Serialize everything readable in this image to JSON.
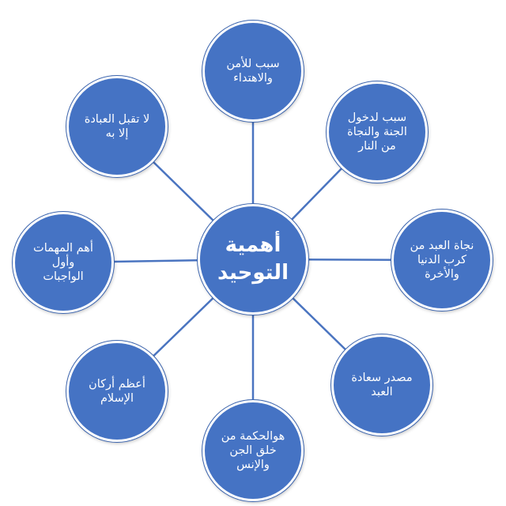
{
  "center": {
    "label": "أهمية\nالتوحيد"
  },
  "branches": {
    "top": "سبب للأمن\nوالاهتداء",
    "top_right": "سبب لدخول\nالجنة والنجاة\nمن النار",
    "right": "نجاة العبد من\nكرب الدنيا\nوالأخرة",
    "bottom_right": "مصدر سعادة\nالعبد",
    "bottom": "هوالحكمة من\nخلق الجن\nوالإنس",
    "bottom_left": "أعظم أركان\nالإسلام",
    "left": "أهم المهمات\nوأول\nالواجبات",
    "top_left": "لا تقبل العبادة\nإلا به"
  },
  "colors": {
    "node_fill": "#4573c4",
    "connector": "#4a74c0",
    "text": "#ffffff"
  }
}
